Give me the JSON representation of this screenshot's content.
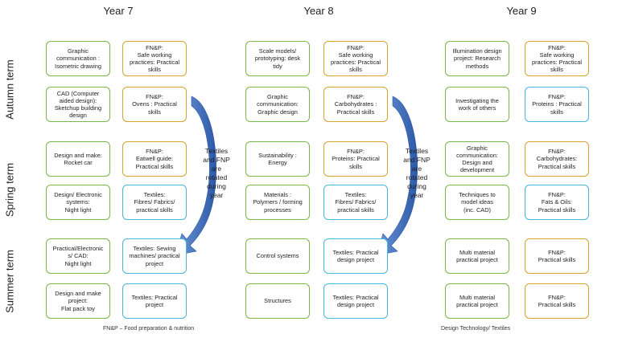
{
  "years": [
    "Year 7",
    "Year 8",
    "Year 9"
  ],
  "terms": [
    "Autumn term",
    "Spring term",
    "Summer term"
  ],
  "boxes": {
    "y7": [
      {
        "text": "Graphic\ncommunication :\nIsometric drawing",
        "color": "green"
      },
      {
        "text": "FN&P:\nSafe working\npractices: Practical\nskills",
        "color": "orange"
      },
      {
        "text": "CAD (Computer\naided design):\nSketchup building\ndesign",
        "color": "green"
      },
      {
        "text": "FN&P:\nOvens : Practical\nskills",
        "color": "orange"
      },
      {
        "text": "Design and make:\nRocket car",
        "color": "green"
      },
      {
        "text": "FN&P:\nEatwell guide:\nPractical skills",
        "color": "orange"
      },
      {
        "text": "Design/ Electronic\nsystems:\nNight light",
        "color": "green"
      },
      {
        "text": "Textiles:\nFibres/ Fabrics/\npractical skills",
        "color": "blue"
      },
      {
        "text": "Practical/Electronic\ns/ CAD:\nNight light",
        "color": "green"
      },
      {
        "text": "Textiles: Sewing\nmachines/ practical\nproject",
        "color": "blue"
      },
      {
        "text": "Design and make\nproject:\nFlat pack toy",
        "color": "green"
      },
      {
        "text": "Textiles: Practical\nproject",
        "color": "blue"
      }
    ],
    "y8": [
      {
        "text": "Scale models/\nprototyping: desk\ntidy",
        "color": "green"
      },
      {
        "text": "FN&P:\nSafe working\npractices: Practical\nskills",
        "color": "orange"
      },
      {
        "text": "Graphic\ncommunication:\nGraphic design",
        "color": "green"
      },
      {
        "text": "FN&P:\nCarbohydrates :\nPractical skills",
        "color": "orange"
      },
      {
        "text": "Sustainability :\nEnergy",
        "color": "green"
      },
      {
        "text": "FN&P:\nProteins: Practical\nskills",
        "color": "orange"
      },
      {
        "text": "Materials :\nPolymers / forming\nprocesses",
        "color": "green"
      },
      {
        "text": "Textiles:\nFibres/ Fabrics/\npractical skills",
        "color": "blue"
      },
      {
        "text": "Control systems",
        "color": "green"
      },
      {
        "text": "Textiles: Practical\ndesign project",
        "color": "blue"
      },
      {
        "text": "Structures",
        "color": "green"
      },
      {
        "text": "Textiles: Practical\ndesign project",
        "color": "blue"
      }
    ],
    "y9": [
      {
        "text": "Illumination design\nproject: Research\nmethods",
        "color": "green"
      },
      {
        "text": "FN&P:\nSafe working\npractices: Practical\nskills",
        "color": "orange"
      },
      {
        "text": "Investigating the\nwork of others",
        "color": "green"
      },
      {
        "text": "FN&P:\nProteins : Practical\nskills",
        "color": "blue"
      },
      {
        "text": "Graphic\ncommunication:\nDesign and\ndevelopment",
        "color": "green"
      },
      {
        "text": "FN&P:\nCarbohydrates:\nPractical skills",
        "color": "orange"
      },
      {
        "text": "Techniques to\nmodel ideas\n(inc. CAD)",
        "color": "green"
      },
      {
        "text": "FN&P:\nFats & Oils:\nPractical skills",
        "color": "blue"
      },
      {
        "text": "Multi material\npractical project",
        "color": "green"
      },
      {
        "text": "FN&P:\nPractical skills",
        "color": "orange"
      },
      {
        "text": "Multi material\npractical project",
        "color": "green"
      },
      {
        "text": "FN&P:\nPractical skills",
        "color": "orange"
      }
    ]
  },
  "rotation_note": "Textiles\nand FNP\nare\nrotated\nduring\nyear",
  "footer_left": "FN&P – Food preparation & nutrition",
  "footer_right": "Design Technology/ Textiles",
  "colors": {
    "green": "#7ab648",
    "orange": "#d9a22e",
    "blue": "#45b5e0",
    "arrow": "#2f5fb0"
  }
}
